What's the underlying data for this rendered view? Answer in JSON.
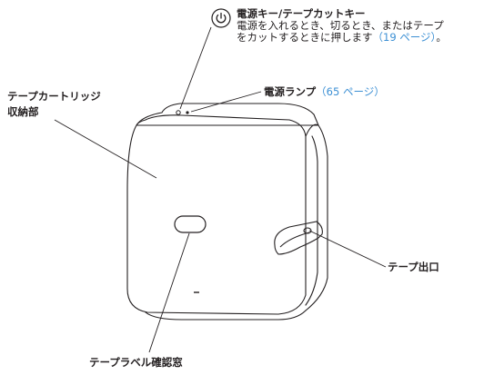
{
  "labels": {
    "power_key": {
      "title": "電源キー/テープカットキー",
      "line1": "電源を入れるとき、切るとき、またはテープ",
      "line2_text": "をカットするときに押します",
      "line2_ref": "（19 ページ）",
      "line2_end": "。"
    },
    "power_lamp": {
      "title": "電源ランプ",
      "ref": "（65 ページ）"
    },
    "cartridge": {
      "line1": "テープカートリッジ",
      "line2": "収納部"
    },
    "tape_exit": "テープ出口",
    "label_window": "テープラベル確認窓"
  },
  "icons": {
    "power": "power-symbol-icon"
  },
  "colors": {
    "outline": "#231f20",
    "reference": "#3b8fd4",
    "background": "#ffffff"
  }
}
